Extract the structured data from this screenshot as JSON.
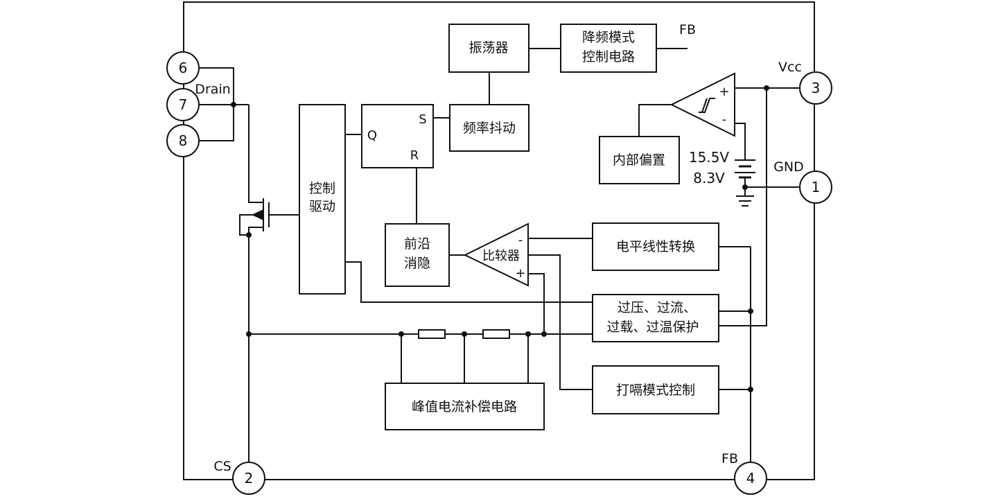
{
  "pins": [
    {
      "id": "p6",
      "number": "6"
    },
    {
      "id": "p7",
      "number": "7"
    },
    {
      "id": "p8",
      "number": "8"
    },
    {
      "id": "p3",
      "number": "3"
    },
    {
      "id": "p1",
      "number": "1"
    },
    {
      "id": "p2",
      "number": "2"
    },
    {
      "id": "p4",
      "number": "4"
    }
  ],
  "pin_labels": {
    "drain": "Drain",
    "vcc": "Vcc",
    "gnd": "GND",
    "cs": "CS",
    "fb_bottom": "FB",
    "fb_top": "FB"
  },
  "blocks": {
    "oscillator": "振荡器",
    "freq_reduction": [
      "降频模式",
      "控制电路"
    ],
    "freq_jitter": "频率抖动",
    "control_drive": [
      "控制",
      "驱动"
    ],
    "internal_bias": "内部偏置",
    "leading_edge": [
      "前沿",
      "消隐"
    ],
    "comparator": "比较器",
    "level_shift": "电平线性转换",
    "protection": [
      "过压、过流、",
      "过载、过温保护"
    ],
    "burst_mode": "打嗝模式控制",
    "peak_comp": "峰值电流补偿电路"
  },
  "sr_latch": {
    "s": "S",
    "r": "R",
    "q": "Q"
  },
  "signs": {
    "plus": "+",
    "minus": "-"
  },
  "uvlo": {
    "on": "15.5V",
    "off": "8.3V"
  }
}
